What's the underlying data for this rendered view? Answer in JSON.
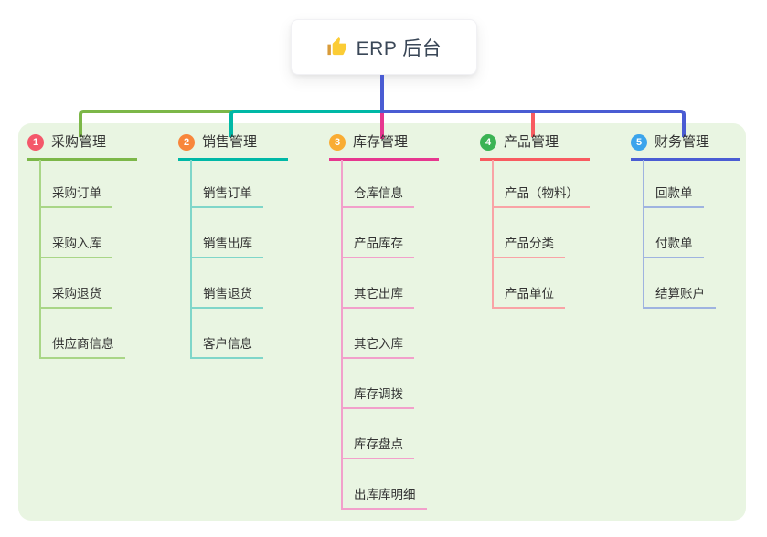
{
  "root": {
    "title": "ERP 后台",
    "icon": "thumbs-up"
  },
  "panel_bg": "#e9f5e2",
  "trunk_color": "#4a5cd3",
  "branches": [
    {
      "number": "1",
      "label": "采购管理",
      "badge_color": "#f4586b",
      "line_color": "#7cb748",
      "child_line_color": "#a9d687",
      "children": [
        "采购订单",
        "采购入库",
        "采购退货",
        "供应商信息"
      ]
    },
    {
      "number": "2",
      "label": "销售管理",
      "badge_color": "#f8863b",
      "line_color": "#00b8a6",
      "child_line_color": "#7fd6c9",
      "children": [
        "销售订单",
        "销售出库",
        "销售退货",
        "客户信息"
      ]
    },
    {
      "number": "3",
      "label": "库存管理",
      "badge_color": "#f9ac33",
      "line_color": "#e6378f",
      "child_line_color": "#f2a0cb",
      "children": [
        "仓库信息",
        "产品库存",
        "其它出库",
        "其它入库",
        "库存调拨",
        "库存盘点",
        "出库库明细"
      ]
    },
    {
      "number": "4",
      "label": "产品管理",
      "badge_color": "#3bb354",
      "line_color": "#f85b60",
      "child_line_color": "#f9a3a6",
      "children": [
        "产品（物料）",
        "产品分类",
        "产品单位"
      ]
    },
    {
      "number": "5",
      "label": "财务管理",
      "badge_color": "#3ba4ec",
      "line_color": "#4a5cd3",
      "child_line_color": "#9fb3e0",
      "children": [
        "回款单",
        "付款单",
        "结算账户"
      ]
    }
  ]
}
